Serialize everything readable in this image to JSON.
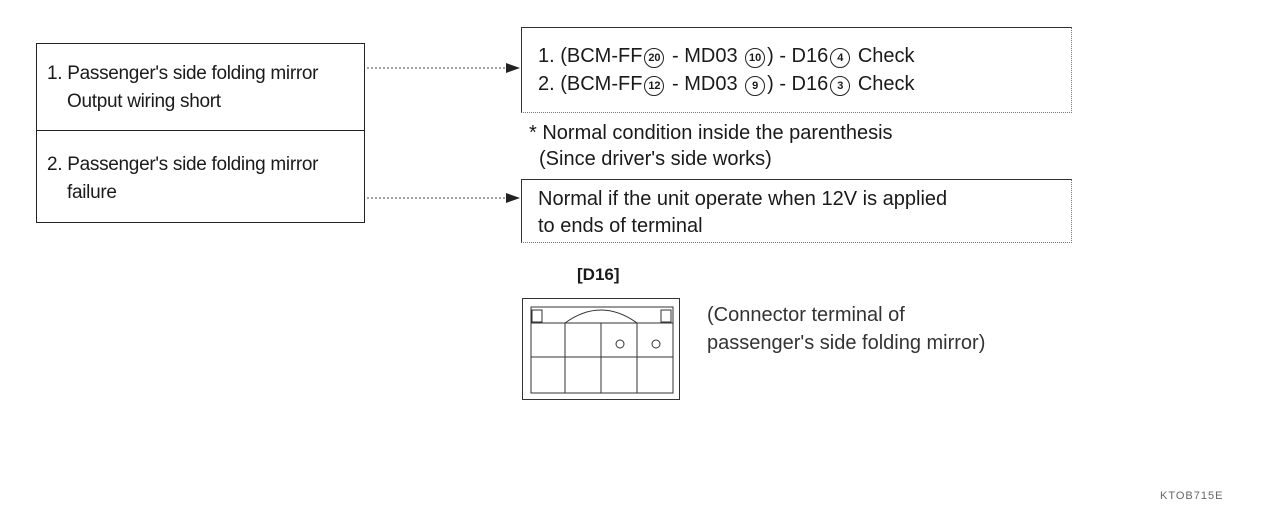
{
  "causes": [
    {
      "line1": "1. Passenger's side folding mirror",
      "line2": "Output wiring short"
    },
    {
      "line1": "2. Passenger's side folding mirror",
      "line2": "failure"
    }
  ],
  "checks": {
    "line1": {
      "prefix": "1. (BCM-FF",
      "pin_a": "20",
      "mid": " - MD03",
      "pin_b": "10",
      "suffix": ") - D16",
      "pin_c": "4",
      "action": "Check"
    },
    "line2": {
      "prefix": "2. (BCM-FF",
      "pin_a": "12",
      "mid": " - MD03",
      "pin_b": "9",
      "suffix": ") - D16",
      "pin_c": "3",
      "action": "Check"
    }
  },
  "note": {
    "line1": "* Normal condition inside the parenthesis",
    "line2": "(Since driver's side works)"
  },
  "result2": {
    "line1": "Normal if the unit operate when 12V is applied",
    "line2": "to ends of terminal"
  },
  "connector": {
    "label": "[D16]",
    "desc_line1": "(Connector terminal of",
    "desc_line2": "passenger's side folding mirror)"
  },
  "footer_code": "KTOB715E"
}
